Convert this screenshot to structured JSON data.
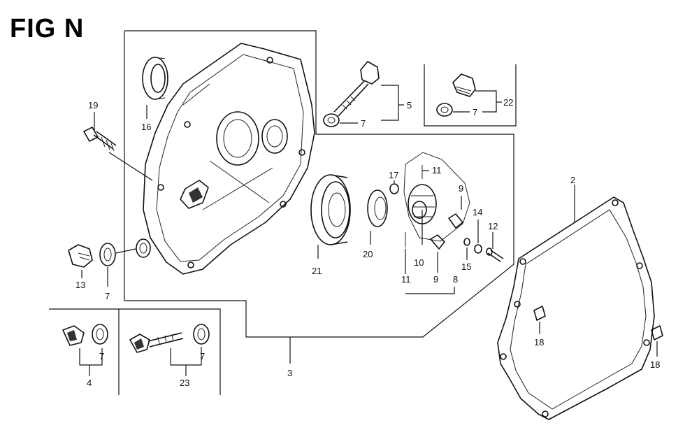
{
  "figure": {
    "title": "FIG N"
  },
  "callouts": {
    "c1": "2",
    "c2": "3",
    "c3": "4",
    "c4": "5",
    "c5": "7",
    "c6": "7",
    "c7": "7",
    "c8": "7",
    "c9": "7",
    "c10": "8",
    "c11": "9",
    "c12": "9",
    "c13": "10",
    "c14": "11",
    "c15": "11",
    "c16": "12",
    "c17": "13",
    "c18": "14",
    "c19": "15",
    "c20": "16",
    "c21": "17",
    "c22": "18",
    "c23": "18",
    "c24": "19",
    "c25": "20",
    "c26": "21",
    "c27": "22",
    "c28": "23"
  }
}
